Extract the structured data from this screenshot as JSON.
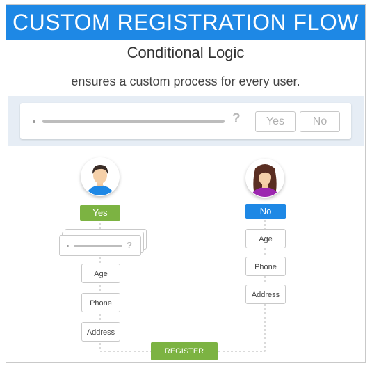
{
  "banner": {
    "title": "CUSTOM REGISTRATION FLOW"
  },
  "header": {
    "subtitle": "Conditional Logic",
    "tagline": "ensures a custom process for every user."
  },
  "question": {
    "mark": "?",
    "yes_label": "Yes",
    "no_label": "No"
  },
  "left_branch": {
    "tag": "Yes",
    "mark": "?",
    "fields": [
      "Age",
      "Phone",
      "Address"
    ]
  },
  "right_branch": {
    "tag": "No",
    "fields": [
      "Age",
      "Phone",
      "Address"
    ]
  },
  "register_label": "REGISTER",
  "colors": {
    "banner": "#1e88e5",
    "yes": "#7cb342",
    "no": "#1e88e5",
    "register": "#7cb342"
  }
}
